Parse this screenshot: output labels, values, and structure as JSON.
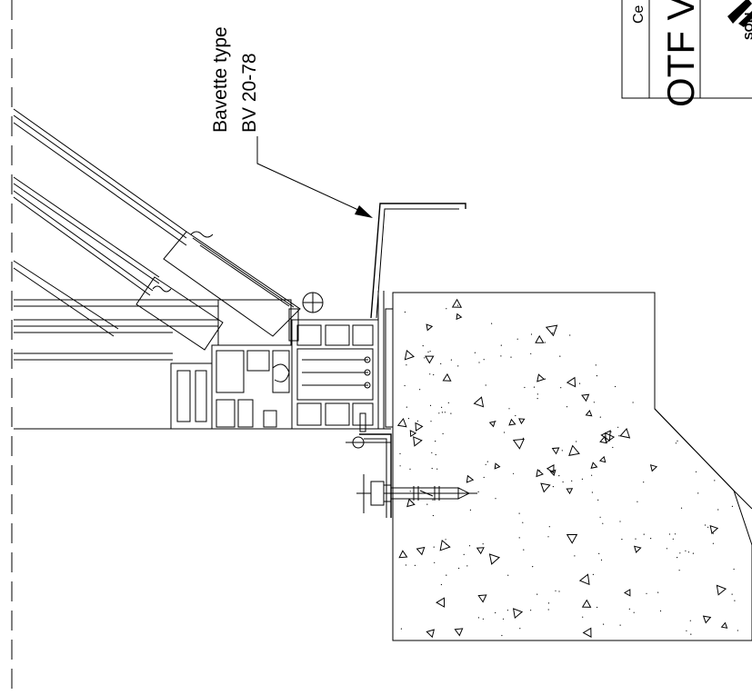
{
  "annotation": {
    "line1": "Bavette type",
    "line2": "BV 20-78"
  },
  "title_block": {
    "small_text": "Ce",
    "large_text": "OTF V",
    "logo_text": "SOLI"
  }
}
